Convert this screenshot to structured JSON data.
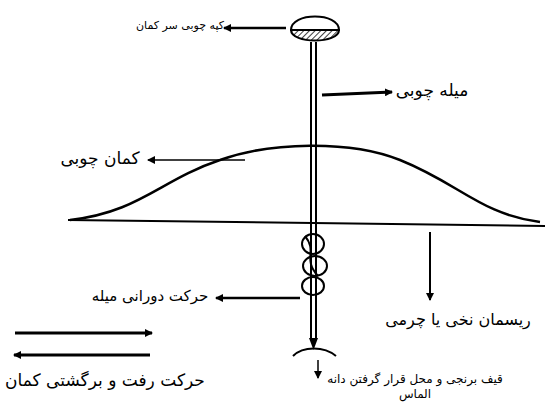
{
  "diagram": {
    "labels": [
      "کپه چوبی سر کمان",
      "میله چوبی",
      "کمان چوبی",
      "ریسمان نخی یا چرمی",
      "حرکت دورانی میله",
      "حرکت رفت و برگشتی کمان",
      "قیف برنجی و محل قرار گرفتن دانه الماس"
    ]
  }
}
